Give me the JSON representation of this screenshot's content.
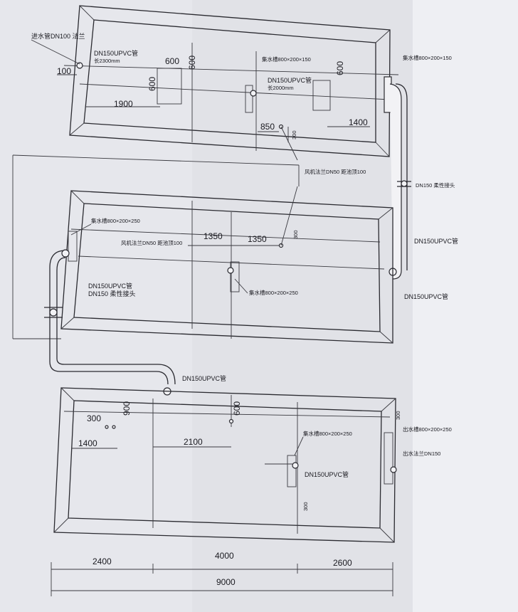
{
  "colors": {
    "paper": "#e6e7ec",
    "ink": "#1a1a20",
    "fold_shadow": "#d6d8de"
  },
  "tank1": {
    "inlet_label": "进水管DN100 法兰",
    "pipe_label": "DN150UPVC管",
    "pipe_length": "长2300mm",
    "dim_100": "100",
    "dim_600a": "600",
    "dim_600b": "600",
    "dim_600c": "600",
    "dim_1900": "1900",
    "sump_label": "集水槽800×200×150",
    "pipe_label_2": "DN150UPVC管",
    "pipe_length_2": "长2000mm",
    "dim_600d": "600",
    "dim_1400": "1400",
    "dim_850": "850",
    "dim_300": "300",
    "sump_label_right": "集水槽800×200×150"
  },
  "connectors": {
    "aerator_label": "风机法兰DN50 距池顶100",
    "flexible_joint_right": "DN150 柔性接头",
    "pipe_right_1": "DN150UPVC管",
    "pipe_right_2": "DN150UPVC管"
  },
  "tank2": {
    "sump_label": "集水槽800×200×250",
    "aerator_label": "风机法兰DN50 距池顶100",
    "dim_1350a": "1350",
    "dim_1350b": "1350",
    "dim_300": "300",
    "pipe_label": "DN150UPVC管",
    "flexible_joint": "DN150 柔性接头",
    "sump_label_mid": "集水槽800×200×250"
  },
  "tank3": {
    "pipe_label": "DN150UPVC管",
    "dim_900": "900",
    "dim_300": "300",
    "dim_1400": "1400",
    "dim_2100": "2100",
    "dim_600": "600",
    "sump_label": "集水槽800×200×250",
    "pipe_label_2": "DN150UPVC管",
    "dim_300b": "300",
    "dim_300c": "300",
    "outlet_sump": "出水槽800×200×250",
    "outlet_flange": "出水法兰DN150"
  },
  "bottom_dims": {
    "d2400": "2400",
    "d4000": "4000",
    "d2600": "2600",
    "d9000": "9000"
  }
}
